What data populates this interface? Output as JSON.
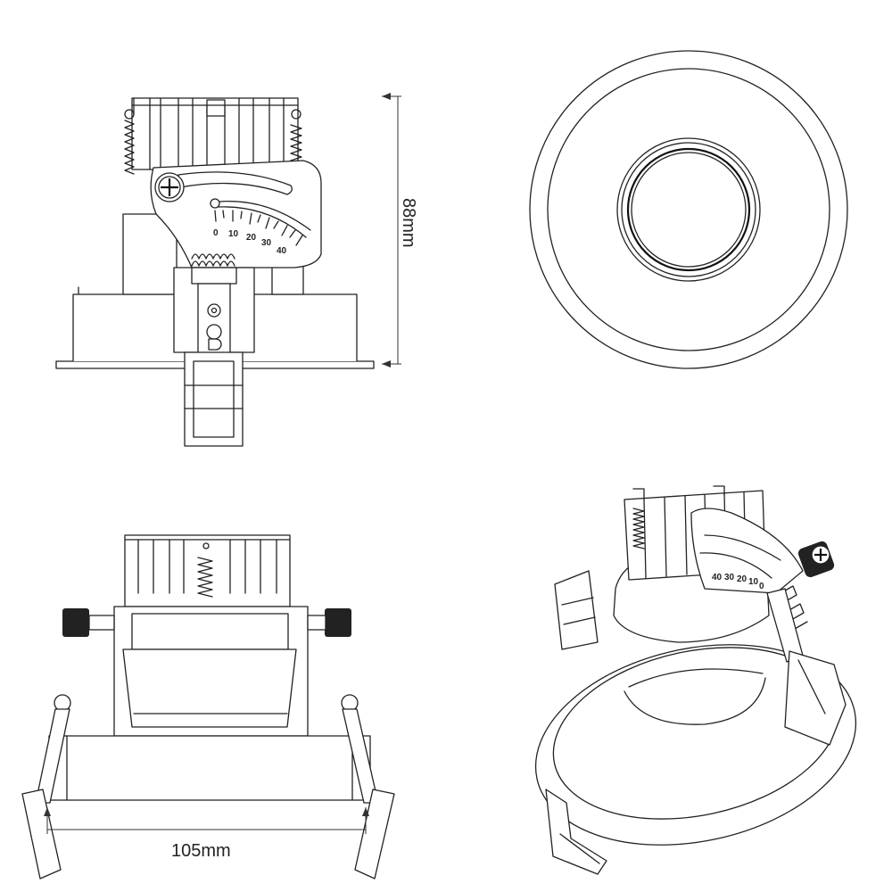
{
  "dimensions": {
    "height_label": "88mm",
    "width_label": "105mm"
  },
  "tilt_scale": {
    "ticks": [
      "0",
      "10",
      "20",
      "30",
      "40"
    ],
    "ticks_iso": [
      "40",
      "30",
      "20",
      "10",
      "0"
    ]
  },
  "colors": {
    "line": "#222222",
    "background": "#ffffff"
  }
}
